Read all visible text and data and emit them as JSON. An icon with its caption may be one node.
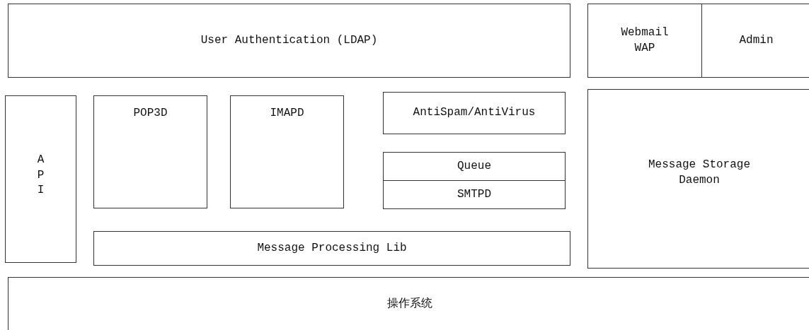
{
  "diagram": {
    "nodes": [
      {
        "text": [
          "User Authentication (LDAP)"
        ]
      },
      {
        "text": [
          "Webmail WAP"
        ]
      },
      {
        "text": [
          "Admin"
        ]
      },
      {
        "text": [
          "A P I"
        ]
      },
      {
        "text": [
          "POP3D"
        ]
      },
      {
        "text": [
          "IMAPD"
        ]
      },
      {
        "text": [
          "AntiSpam/AntiVirus"
        ]
      },
      {
        "text": [
          "Queue"
        ]
      },
      {
        "text": [
          "SMTPD"
        ]
      },
      {
        "text": [
          "Message Processing Lib"
        ]
      },
      {
        "text": [
          "Message Storage Daemon"
        ]
      },
      {
        "text": [
          "操作系统"
        ]
      }
    ]
  }
}
